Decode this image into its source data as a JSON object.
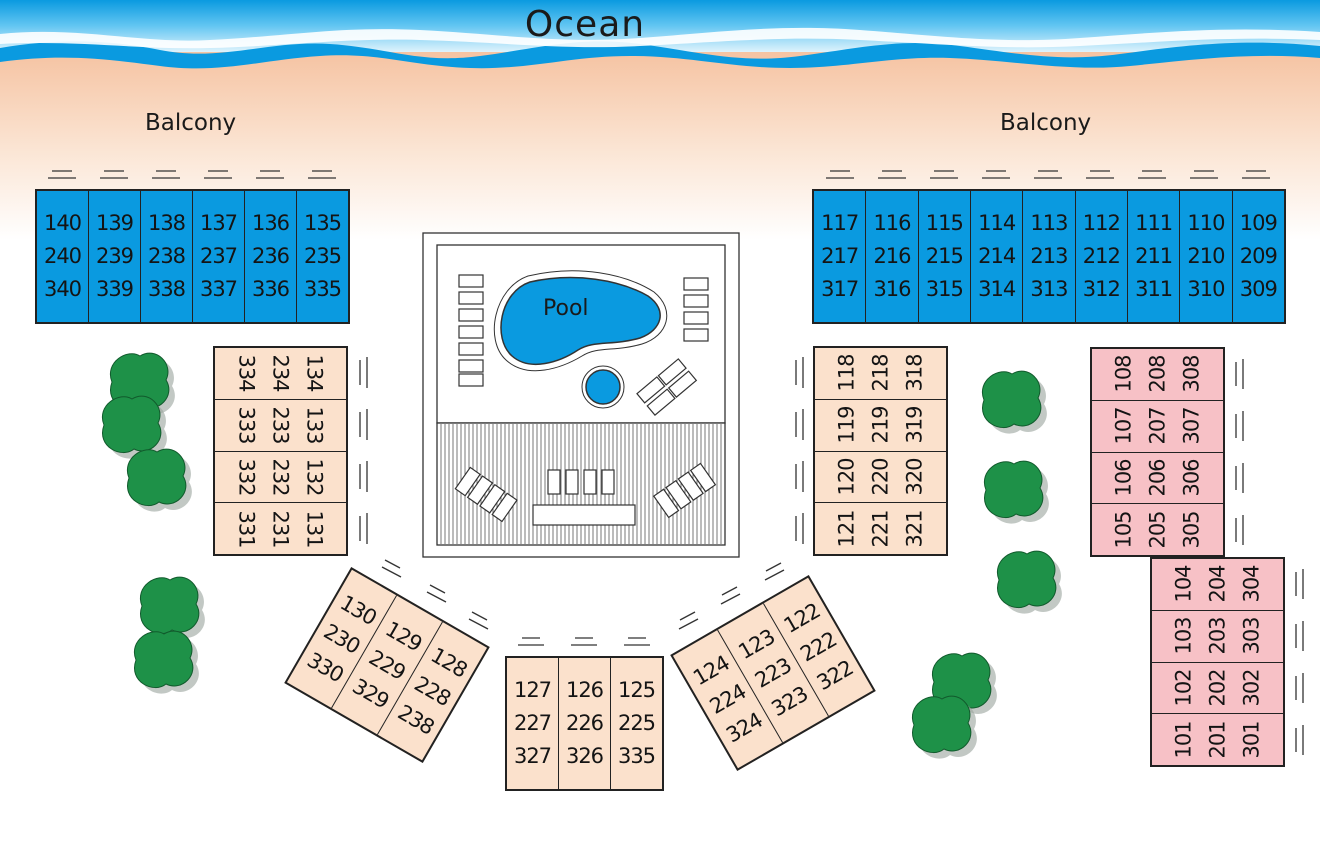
{
  "labels": {
    "ocean": "Ocean",
    "balcony_left": "Balcony",
    "balcony_right": "Balcony",
    "pool": "Pool"
  },
  "colors": {
    "ocean": "#0a9ae0",
    "sand": "#f7c7a6",
    "blue_units": "#0a9ae0",
    "peach_units": "#fbe1cc",
    "pink_units": "#f7c1c6",
    "trees": "#1e9148"
  },
  "buildings": {
    "top_left": [
      [
        "140",
        "240",
        "340"
      ],
      [
        "139",
        "239",
        "339"
      ],
      [
        "138",
        "238",
        "338"
      ],
      [
        "137",
        "237",
        "337"
      ],
      [
        "136",
        "236",
        "336"
      ],
      [
        "135",
        "235",
        "335"
      ]
    ],
    "top_right": [
      [
        "117",
        "217",
        "317"
      ],
      [
        "116",
        "216",
        "316"
      ],
      [
        "115",
        "215",
        "315"
      ],
      [
        "114",
        "214",
        "314"
      ],
      [
        "113",
        "213",
        "313"
      ],
      [
        "112",
        "212",
        "312"
      ],
      [
        "111",
        "211",
        "311"
      ],
      [
        "110",
        "210",
        "310"
      ],
      [
        "109",
        "209",
        "309"
      ]
    ],
    "left_inner": [
      [
        "134",
        "234",
        "334"
      ],
      [
        "133",
        "233",
        "333"
      ],
      [
        "132",
        "232",
        "332"
      ],
      [
        "131",
        "231",
        "331"
      ]
    ],
    "right_inner": [
      [
        "118",
        "218",
        "318"
      ],
      [
        "119",
        "219",
        "319"
      ],
      [
        "120",
        "220",
        "320"
      ],
      [
        "121",
        "221",
        "321"
      ]
    ],
    "bottom_left_angled": [
      [
        "130",
        "230",
        "330"
      ],
      [
        "129",
        "229",
        "329"
      ],
      [
        "128",
        "228",
        "238"
      ]
    ],
    "bottom_center": [
      [
        "127",
        "227",
        "327"
      ],
      [
        "126",
        "226",
        "326"
      ],
      [
        "125",
        "225",
        "335"
      ]
    ],
    "bottom_right_angled": [
      [
        "124",
        "224",
        "324"
      ],
      [
        "123",
        "223",
        "323"
      ],
      [
        "122",
        "222",
        "322"
      ]
    ],
    "far_right_upper": [
      [
        "108",
        "208",
        "308"
      ],
      [
        "107",
        "207",
        "307"
      ],
      [
        "106",
        "206",
        "306"
      ],
      [
        "105",
        "205",
        "305"
      ]
    ],
    "far_right_lower": [
      [
        "104",
        "204",
        "304"
      ],
      [
        "103",
        "203",
        "303"
      ],
      [
        "102",
        "202",
        "302"
      ],
      [
        "101",
        "201",
        "301"
      ]
    ]
  }
}
